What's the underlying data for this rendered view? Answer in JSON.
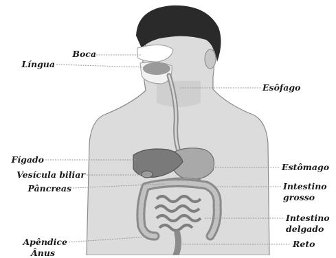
{
  "labels": {
    "boca": "Boca",
    "lingua": "Língua",
    "esofago": "Esôfago",
    "figado": "Fígado",
    "vesicula": "Vesícula biliar",
    "pancreas": "Pâncreas",
    "apendice": "Apêndice",
    "anus": "Ânus",
    "estomago": "Estômago",
    "intestino_grosso_1": "Intestino",
    "intestino_grosso_2": "grosso",
    "intestino_delgado_1": "Intestino",
    "intestino_delgado_2": "delgado",
    "reto": "Reto"
  }
}
